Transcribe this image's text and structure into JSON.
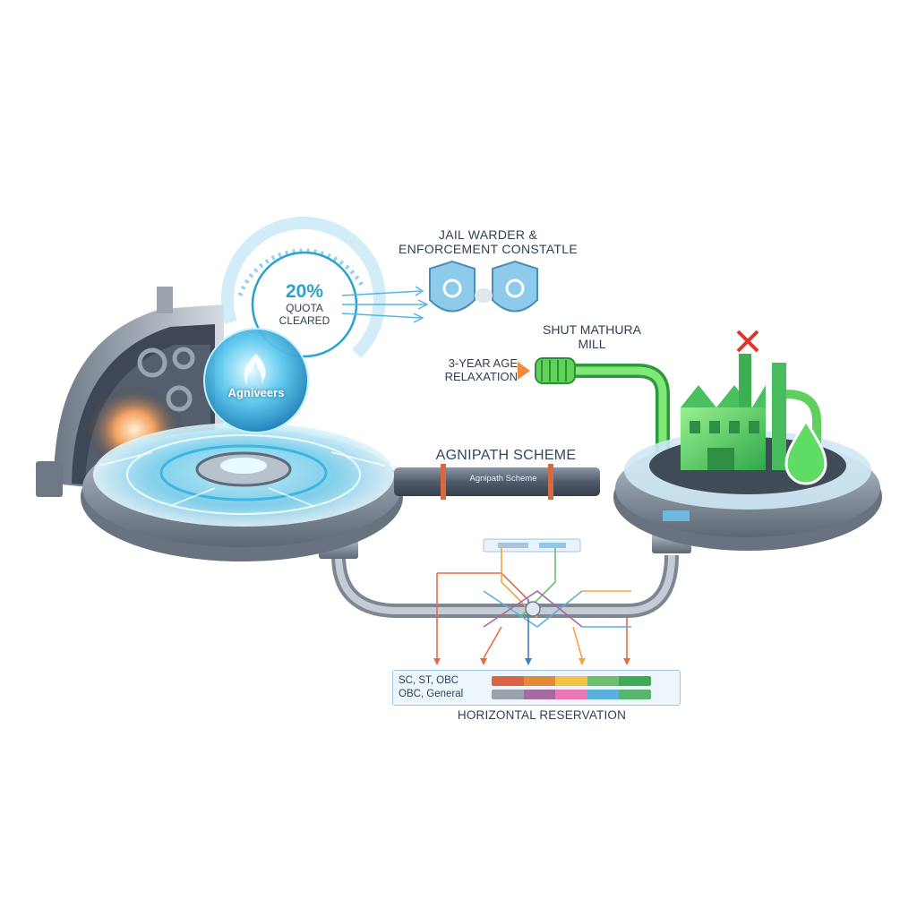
{
  "diagram": {
    "quota": {
      "percent": "20%",
      "line1": "QUOTA",
      "line2": "CLEARED"
    },
    "agniveers": "Agniveers",
    "jail": {
      "line1": "JAIL WARDER &",
      "line2": "ENFORCEMENT CONSTATLE"
    },
    "age": {
      "line1": "3-YEAR AGE",
      "line2": "RELAXATION"
    },
    "mill": {
      "line1": "SHUT MATHURA",
      "line2": "MILL"
    },
    "scheme_title": "AGNIPATH SCHEME",
    "pipe_label": "Agnipath Scheme",
    "reservation": {
      "line1": "SC, ST, OBC",
      "line2": "OBC, General",
      "title": "HORIZONTAL RESERVATION"
    },
    "colors": {
      "accent_blue": "#2aa3cc",
      "glow_blue": "#6fd3f5",
      "factory_green": "#58d66a",
      "pipe_green": "#5fdc5a",
      "metal": "#8a93a0",
      "cross_red": "#e0352b",
      "arrow_orange": "#f08a3c"
    },
    "icons": [
      "shield-gear-icon",
      "flame-icon",
      "water-drop-icon",
      "cross-icon",
      "factory-icon"
    ],
    "bar_colors_row1": [
      "#d9643f",
      "#e38a3a",
      "#f2c443",
      "#6cc06c",
      "#3faa55"
    ],
    "bar_colors_row2": [
      "#9aa3ad",
      "#a66aa2",
      "#ea78b4",
      "#5ab0de",
      "#58b56c"
    ]
  }
}
